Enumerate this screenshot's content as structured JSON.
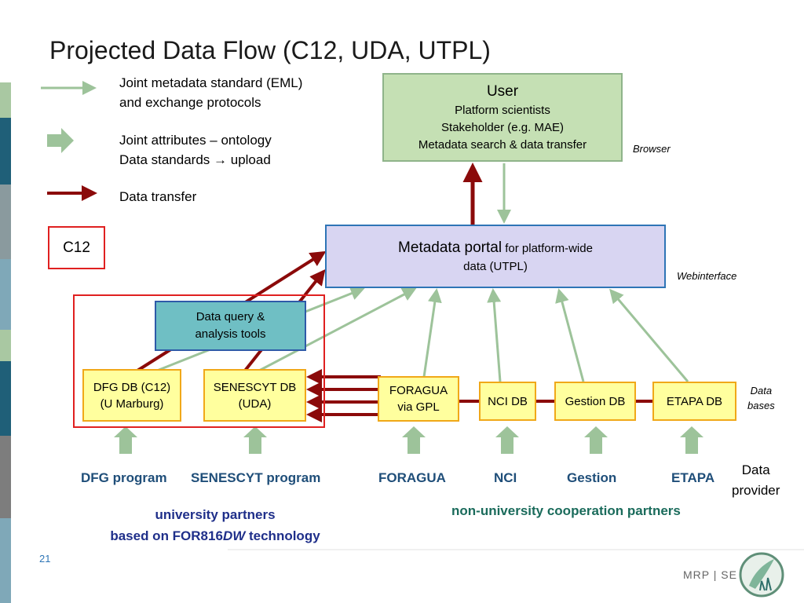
{
  "slide": {
    "title": "Projected Data Flow (C12, UDA, UTPL)",
    "page_number": "21"
  },
  "legend": {
    "metadata_line1": "Joint metadata standard (EML)",
    "metadata_line2": "and exchange protocols",
    "attributes_line1": "Joint attributes – ontology",
    "attributes_line2": "Data standards → upload",
    "transfer": "Data transfer"
  },
  "user_box": {
    "title": "User",
    "line1": "Platform scientists",
    "line2": "Stakeholder (e.g. MAE)",
    "line3": "Metadata search & data transfer"
  },
  "portal": {
    "title": "Metadata portal",
    "suffix": " for platform-wide",
    "line2": "data (UTPL)"
  },
  "c12_label": "C12",
  "tools_box": {
    "line1": "Data query &",
    "line2": "analysis tools"
  },
  "databases": {
    "dfg_line1": "DFG DB (C12)",
    "dfg_line2": "(U Marburg)",
    "senescyt_line1": "SENESCYT DB",
    "senescyt_line2": "(UDA)",
    "foragua_line1": "FORAGUA",
    "foragua_line2": "via GPL",
    "nci": "NCI DB",
    "gestion": "Gestion DB",
    "etapa": "ETAPA DB"
  },
  "captions": {
    "browser": "Browser",
    "webinterface": "Webinterface",
    "databases_line1": "Data",
    "databases_line2": "bases",
    "provider_line1": "Data",
    "provider_line2": "provider"
  },
  "providers": {
    "dfg": "DFG program",
    "senescyt": "SENESCYT program",
    "foragua": "FORAGUA",
    "nci": "NCI",
    "gestion": "Gestion",
    "etapa": "ETAPA"
  },
  "partners": {
    "university_line1": "university partners",
    "university_line2_prefix": "based on FOR816",
    "university_line2_italic": "DW",
    "university_line2_suffix": " technology",
    "non_university": "non-university cooperation partners"
  },
  "logo": {
    "text": "MRP | SE"
  },
  "colors": {
    "green_arrow": "#9dc39a",
    "red_arrow": "#8b0a0a",
    "portal_border": "#2e75b6",
    "tools_bg": "#6fbfc4",
    "yellow_bg": "#ffff9e",
    "orange_border": "#f0a818",
    "red_frame": "#e02020",
    "provider_text": "#1f4e79",
    "partner_text": "#1a6b5b"
  }
}
